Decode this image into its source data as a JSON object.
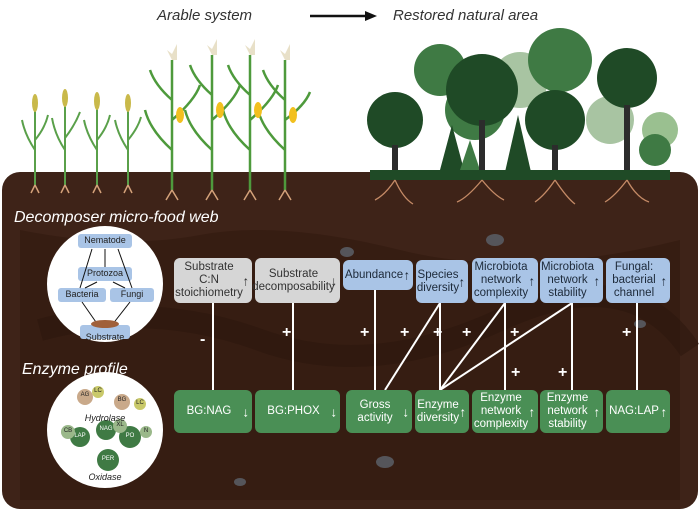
{
  "header": {
    "arable": "Arable system",
    "restored": "Restored natural area"
  },
  "sections": {
    "micro_food_web": "Decomposer micro-food web",
    "enzyme_profile": "Enzyme profile"
  },
  "food_web": {
    "nematode": "Nematode",
    "protozoa": "Protozoa",
    "bacteria": "Bacteria",
    "fungi": "Fungi",
    "substrate": "Substrate"
  },
  "enzyme_circle": {
    "hydrolase": "Hydrolase",
    "oxidase": "Oxidase",
    "tags": [
      "AG",
      "LC",
      "BG",
      "CB",
      "XL",
      "NAG",
      "LAP",
      "PO",
      "PER",
      "LC",
      "N"
    ]
  },
  "top_boxes": [
    {
      "label": "Substrate C:N stoichiometry",
      "arrow": "↑"
    },
    {
      "label": "Substrate decomposability",
      "arrow": "↓"
    },
    {
      "label": "Abundance",
      "arrow": "↑"
    },
    {
      "label": "Species diversity",
      "arrow": "↑"
    },
    {
      "label": "Microbiota network complexity",
      "arrow": "↑"
    },
    {
      "label": "Microbiota network stability",
      "arrow": "↑"
    },
    {
      "label": "Fungal: bacterial channel",
      "arrow": "↑"
    }
  ],
  "bottom_boxes": [
    {
      "label": "BG:NAG",
      "arrow": "↓"
    },
    {
      "label": "BG:PHOX",
      "arrow": "↓"
    },
    {
      "label": "Gross activity",
      "arrow": "↓"
    },
    {
      "label": "Enzyme diversity",
      "arrow": "↑"
    },
    {
      "label": "Enzyme network complexity",
      "arrow": "↑"
    },
    {
      "label": "Enzyme network stability",
      "arrow": "↑"
    },
    {
      "label": "NAG:LAP",
      "arrow": "↑"
    }
  ],
  "signs": [
    "-",
    "+",
    "+",
    "+",
    "+",
    "+",
    "+",
    "+",
    "+"
  ],
  "colors": {
    "soil": "#3e2318",
    "soil_dark": "#2a160f",
    "grey_box": "#d6d6d6",
    "blue_box": "#a9c4e6",
    "green_box": "#4a8f55",
    "tree_dark": "#1f4a26",
    "tree_mid": "#3f7a44",
    "tree_light": "#a8c4a2",
    "crop": "#5aa04a",
    "corn": "#f2c01f"
  }
}
